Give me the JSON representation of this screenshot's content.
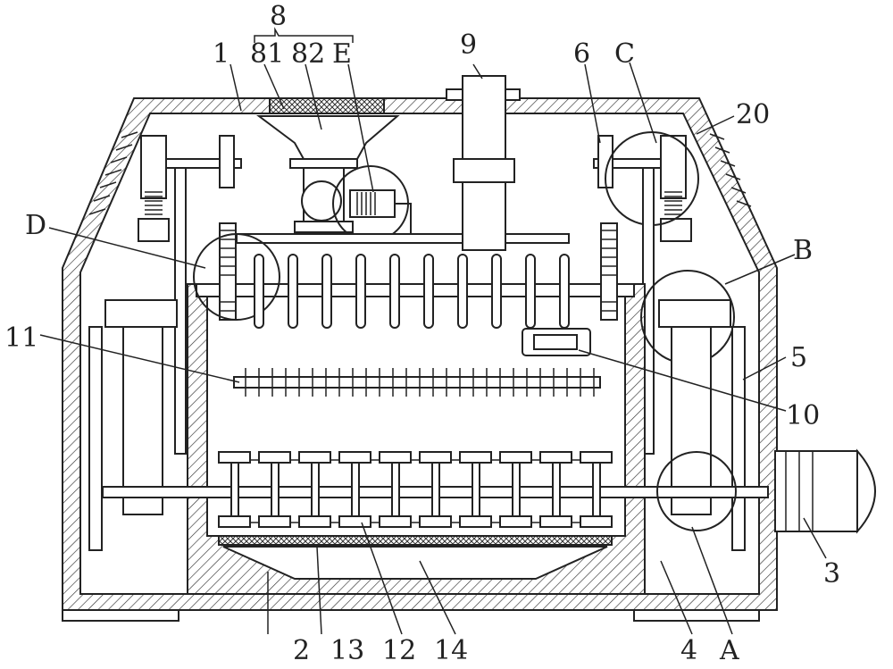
{
  "labels": {
    "l1": "1",
    "l2": "2",
    "l3": "3",
    "l4": "4",
    "l5": "5",
    "l6": "6",
    "l8": "8",
    "l81": "81",
    "l82": "82",
    "lE": "E",
    "l9": "9",
    "lC": "C",
    "l20": "20",
    "lD": "D",
    "lB": "B",
    "l11": "11",
    "l10": "10",
    "l13": "13",
    "l12": "12",
    "l14": "14",
    "lA": "A"
  }
}
